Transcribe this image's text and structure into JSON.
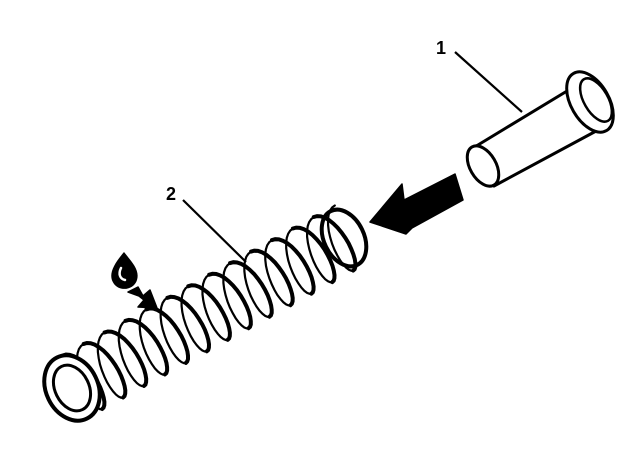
{
  "callouts": [
    {
      "number": "1",
      "part": "pin"
    },
    {
      "number": "2",
      "part": "spring"
    }
  ],
  "icons": {
    "lubricant": "oil-drop-icon",
    "install_direction": "arrow-left-icon",
    "apply_point": "arrow-right-icon"
  },
  "colors": {
    "line": "#000000",
    "background": "#ffffff"
  }
}
